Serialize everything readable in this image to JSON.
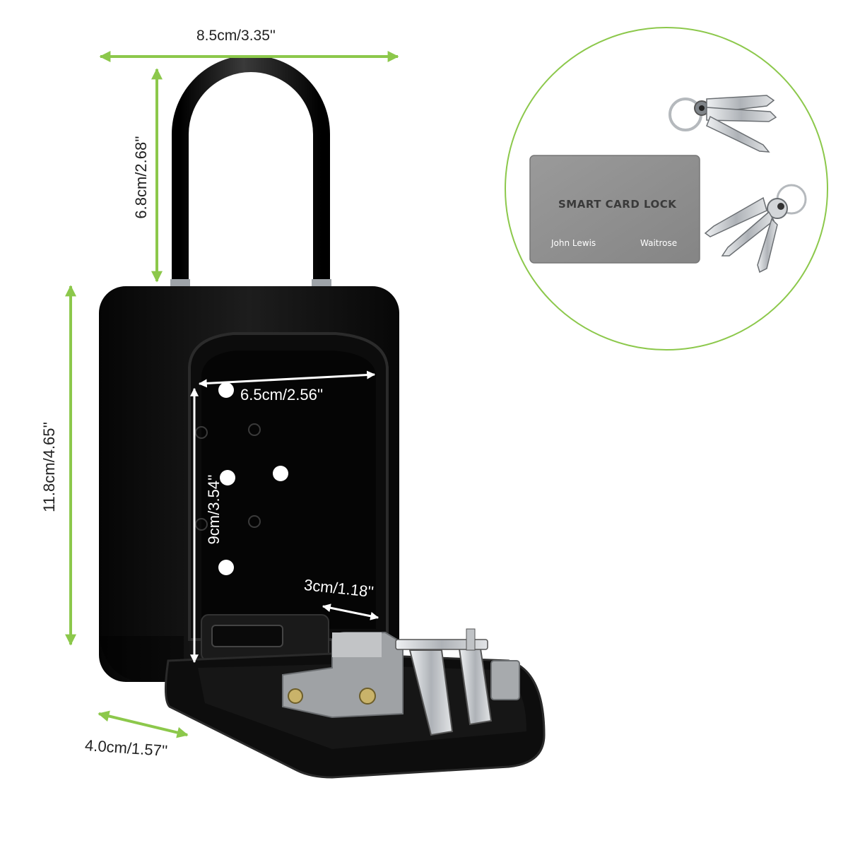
{
  "colors": {
    "accent": "#8cc84b",
    "lock_body": "#111111",
    "card": "#8d8d8d",
    "key_metal": "#c9ccd0"
  },
  "dimensions": {
    "width_overall": "8.5cm/3.35''",
    "shackle_height": "6.8cm/2.68''",
    "body_height": "11.8cm/4.65''",
    "depth": "4.0cm/1.57''",
    "inner_width": "6.5cm/2.56''",
    "inner_height": "9cm/3.54''",
    "key_hook_width": "3cm/1.18''"
  },
  "inset": {
    "card_title": "SMART CARD LOCK",
    "card_left_label": "John Lewis",
    "card_right_label": "Waitrose"
  },
  "icons": [
    "padlock-shackle-icon",
    "key-icon",
    "card-icon"
  ]
}
